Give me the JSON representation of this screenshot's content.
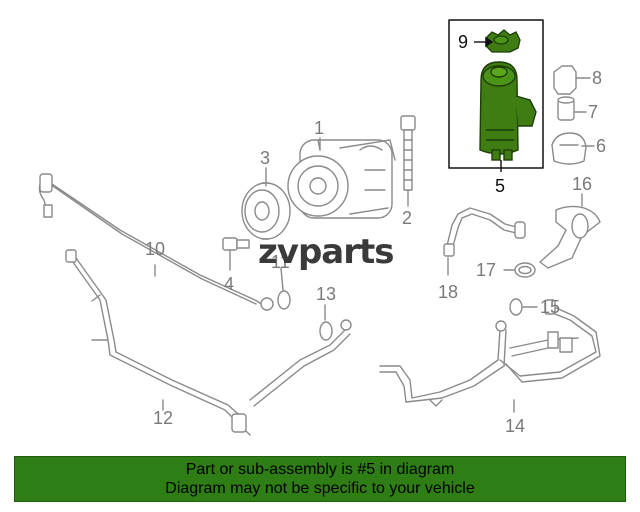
{
  "watermark": {
    "logo_text": "zvparts"
  },
  "callouts": {
    "c1": "1",
    "c2": "2",
    "c3": "3",
    "c4": "4",
    "c5": "5",
    "c6": "6",
    "c7": "7",
    "c8": "8",
    "c9": "9",
    "c10": "10",
    "c11": "11",
    "c12": "12",
    "c13": "13",
    "c14": "14",
    "c15": "15",
    "c16": "16",
    "c17": "17",
    "c18": "18"
  },
  "highlight": {
    "part_number": "5",
    "fill_color": "#3f7d12",
    "outline_color": "#1e3d08"
  },
  "banner": {
    "line1": "Part or sub-assembly is #5 in diagram",
    "line2": "Diagram may not be specific to your vehicle",
    "background_color": "#2e7d15"
  }
}
